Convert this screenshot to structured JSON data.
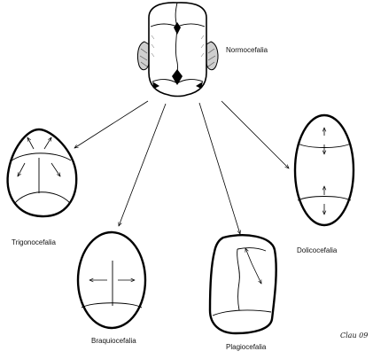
{
  "labels": {
    "normocefalia": "Normocefalia",
    "trigonocefalia": "Trigonocefalia",
    "dolicocefalia": "Dolicocefalia",
    "braquiocefalia": "Braquiocefalia",
    "plagiocefalia": "Plagiocefalia"
  },
  "signature": "Clau 09",
  "colors": {
    "line": "#000000",
    "background": "#ffffff",
    "ear_fill": "#9a9a9a",
    "fontanelle_fill": "#000000"
  }
}
